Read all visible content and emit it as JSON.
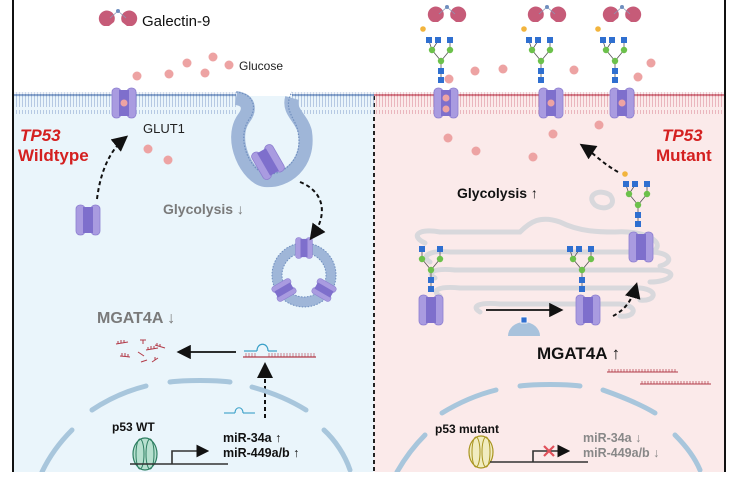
{
  "legend": {
    "galectin": "Galectin-9",
    "glucose": "Glucose",
    "glut1": "GLUT1"
  },
  "panels": {
    "wildtype": {
      "gene": "TP53",
      "status": "Wildtype",
      "glycolysis": "Glycolysis ↓",
      "mgat4a": "MGAT4A ↓",
      "p53": "p53 WT",
      "mir": [
        "miR-34a ↑",
        "miR-449a/b ↑"
      ],
      "background_color": "#eaf5fb"
    },
    "mutant": {
      "gene": "TP53",
      "status": "Mutant",
      "glycolysis": "Glycolysis ↑",
      "mgat4a": "MGAT4A ↑",
      "p53": "p53 mutant",
      "mir": [
        "miR-34a ↓",
        "miR-449a/b ↓"
      ],
      "background_color": "#fbeaea"
    }
  },
  "colors": {
    "accent_red": "#d42020",
    "galectin": "#c65b78",
    "glucose": "#eda3a3",
    "glut1": "#a99be0",
    "glut1_core": "#7e6fcc",
    "glcnac": "#2f6fd0",
    "mannose": "#6cc14b",
    "galactose": "#f2b43d",
    "membrane_blue": "#6f8fbf",
    "membrane_red": "#c9606f",
    "nuclear_envelope": "#a8c6dc",
    "golgi": "#d8d8dc",
    "mrna": "#b23a48",
    "mirna": "#3aa0c8",
    "p53_wt": "#69b89a",
    "p53_mut": "#d8c34a"
  }
}
